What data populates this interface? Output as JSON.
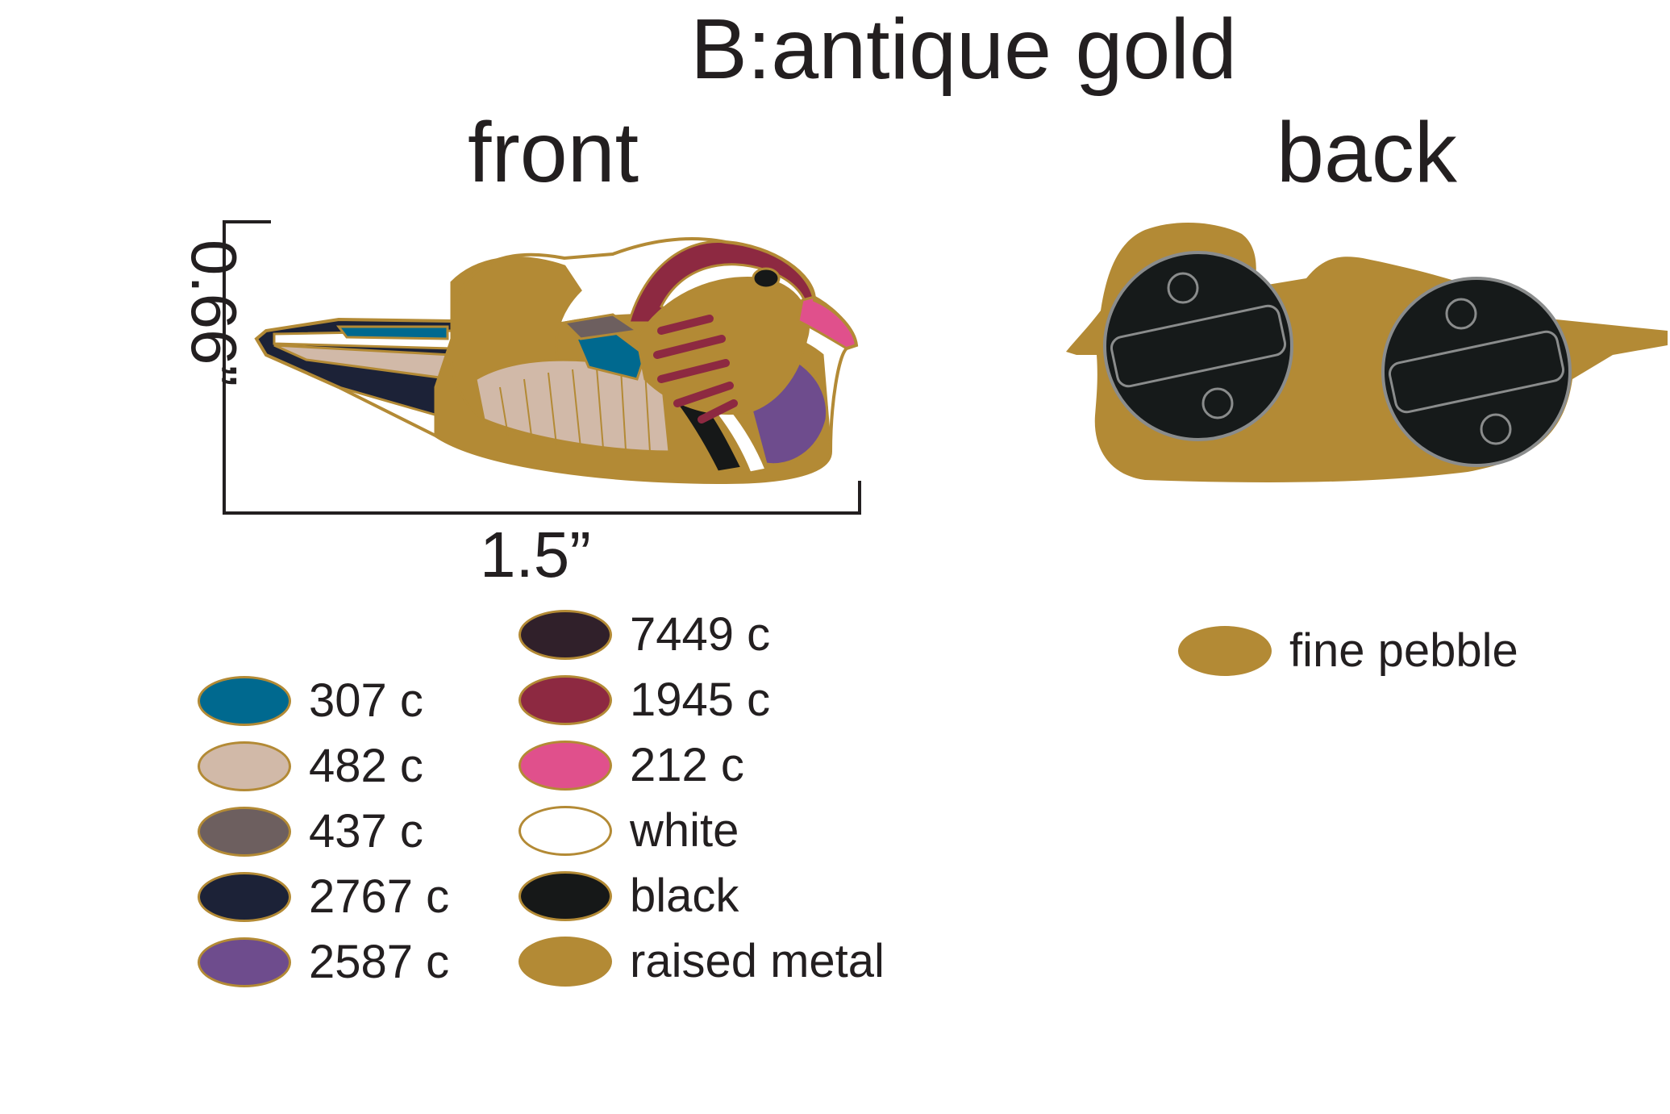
{
  "header": {
    "title": "B:antique gold"
  },
  "views": {
    "front": "front",
    "back": "back"
  },
  "dimensions": {
    "height": "0.66”",
    "width": "1.5”"
  },
  "colors": {
    "raised_metal": "#b38a35",
    "plate": "#161a1a",
    "plate_ring": "#8a8c8c"
  },
  "legend_left": [
    {
      "label": "307 c",
      "color": "#00698f"
    },
    {
      "label": "482 c",
      "color": "#d1b9a8"
    },
    {
      "label": "437 c",
      "color": "#6d5f5f"
    },
    {
      "label": "2767 c",
      "color": "#1c2237"
    },
    {
      "label": "2587 c",
      "color": "#6e4c8d"
    }
  ],
  "legend_mid": [
    {
      "label": "7449 c",
      "color": "#30202a"
    },
    {
      "label": "1945 c",
      "color": "#8d2941"
    },
    {
      "label": "212 c",
      "color": "#e0508c"
    },
    {
      "label": "white",
      "color": "#ffffff"
    },
    {
      "label": "black",
      "color": "#161818"
    },
    {
      "label": "raised metal",
      "color": "#b38a35"
    }
  ],
  "legend_back": [
    {
      "label": "fine pebble",
      "color": "#b38a35"
    }
  ]
}
